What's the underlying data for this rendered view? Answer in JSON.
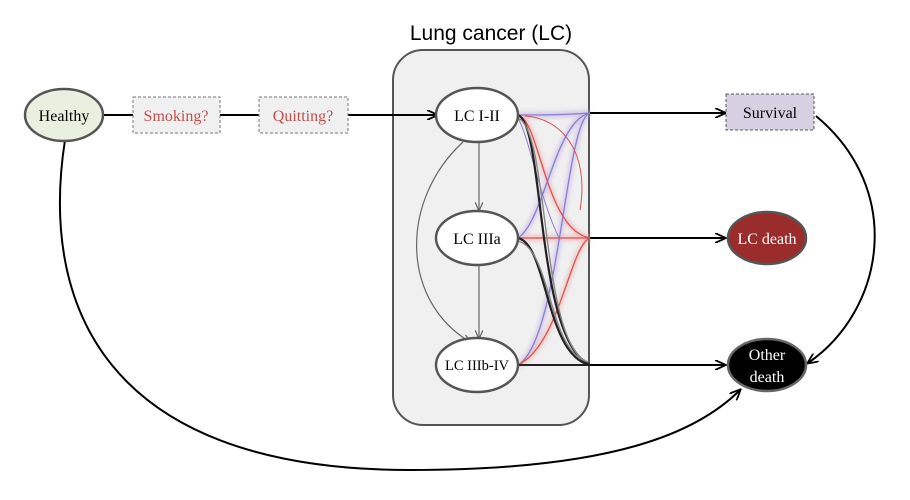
{
  "title": "Lung cancer (LC)",
  "colors": {
    "healthy_fill": "#eaf0df",
    "dashed_fill": "#f0f0f0",
    "dashed_text": "#c0504d",
    "survival_fill": "#d7cfe2",
    "lc_death_fill": "#9b2c2c",
    "other_death_fill": "#000000",
    "container_fill": "#f0f0f0",
    "red_line": "#d9534f",
    "purple_line": "#8a7fc8"
  },
  "nodes": {
    "healthy": "Healthy",
    "smoking": "Smoking?",
    "quitting": "Quitting?",
    "lc_1_2": "LC I-II",
    "lc_3a": "LC IIIa",
    "lc_3b_4": "LC IIIb-IV",
    "survival": "Survival",
    "lc_death": "LC death",
    "other_death_line1": "Other",
    "other_death_line2": "death"
  }
}
